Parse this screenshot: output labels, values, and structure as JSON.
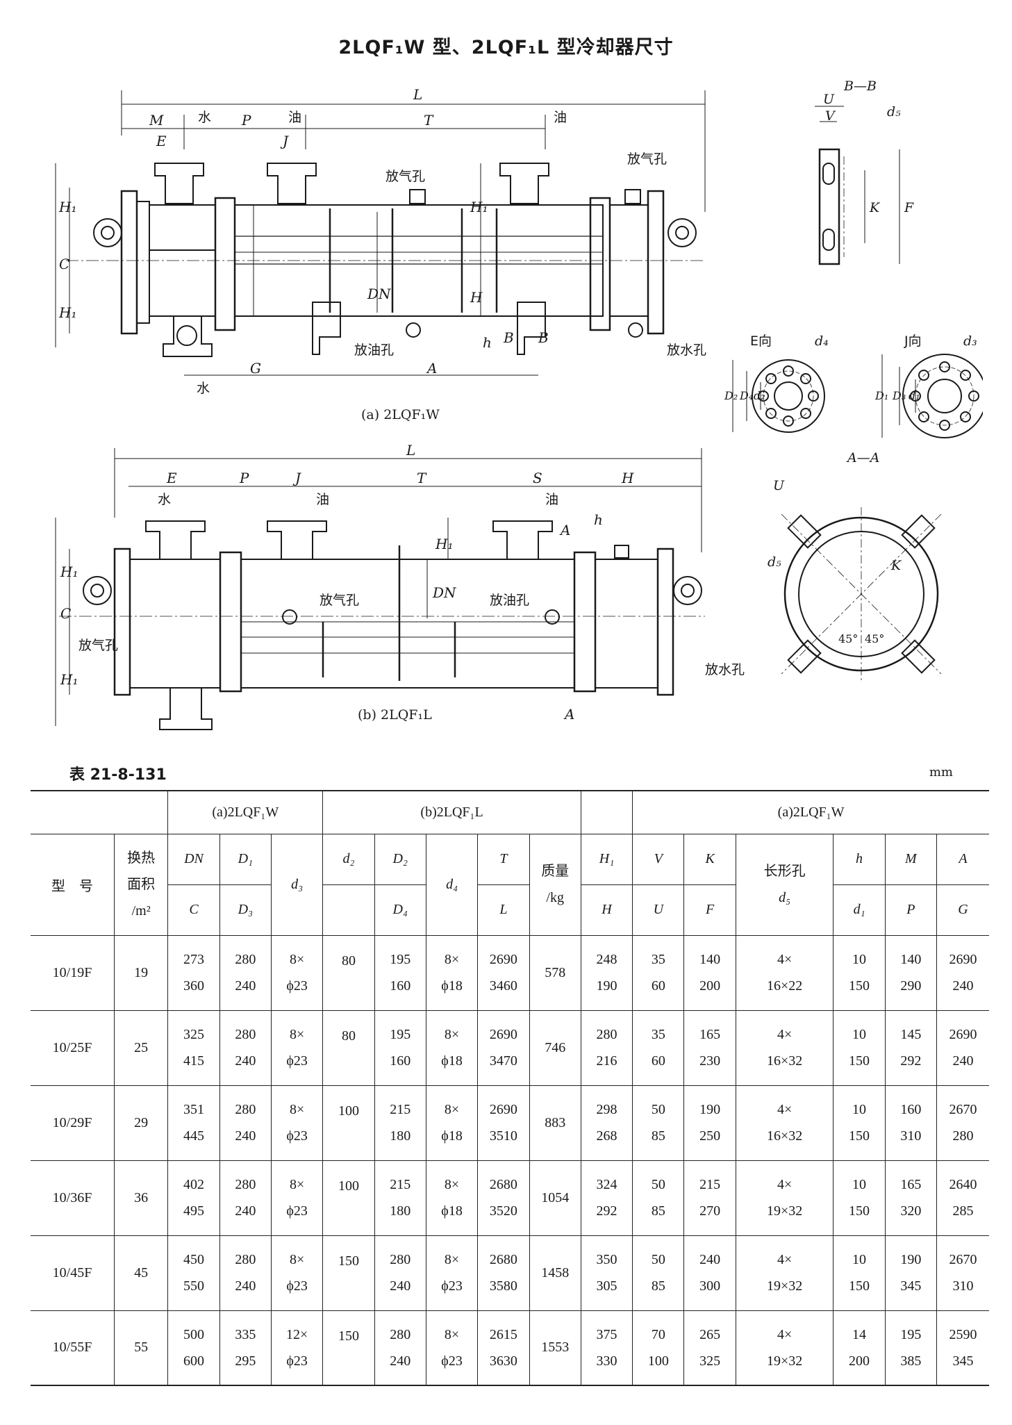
{
  "page": {
    "title": "2LQF₁W 型、2LQF₁L 型冷却器尺寸",
    "title_parts": {
      "a": "2LQF",
      "a_sub": "1",
      "b": "W 型、2LQF",
      "b_sub": "1",
      "c": "L 型冷却器尺寸"
    }
  },
  "drawing": {
    "caption_a": "(a) 2LQF₁W",
    "caption_b": "(b) 2LQF₁L",
    "labels_cn": {
      "water": "水",
      "oil": "油",
      "vent": "放气孔",
      "oil_drain": "放油孔",
      "water_drain": "放水孔",
      "e_view": "E向",
      "j_view": "J向"
    },
    "section_labels": {
      "bb": "B—B",
      "aa": "A—A",
      "angle_1": "45°",
      "angle_2": "45°"
    },
    "dim_labels_a": [
      "L",
      "M",
      "P",
      "T",
      "E",
      "J",
      "H₁",
      "C",
      "H₁",
      "DN",
      "H",
      "h",
      "B",
      "B",
      "G",
      "A"
    ],
    "dim_labels_bb": [
      "U",
      "V",
      "d₅",
      "K",
      "F"
    ],
    "dim_labels_e": [
      "d₄",
      "d₂",
      "D₄",
      "D₂"
    ],
    "dim_labels_j": [
      "d₃",
      "d₁",
      "D₃",
      "D₁"
    ],
    "dim_labels_b": [
      "L",
      "E",
      "P",
      "J",
      "T",
      "S",
      "H",
      "h",
      "A",
      "H₁",
      "C",
      "H₁",
      "DN",
      "A"
    ],
    "dim_labels_aa": [
      "U",
      "d₅",
      "K"
    ]
  },
  "table": {
    "id": "表 21-8-131",
    "unit": "mm",
    "group_headers": {
      "a1": "(a)2LQF₁W",
      "b1": "(b)2LQF₁L",
      "a2": "(a)2LQF₁W"
    },
    "headers": {
      "model": "型　号",
      "area_1": "换热",
      "area_2": "面积",
      "area_3": "/m²",
      "DN": "DN",
      "C": "C",
      "D1": "D₁",
      "D3": "D₃",
      "d3": "d₃",
      "d2": "d₂",
      "D2": "D₂",
      "D4": "D₄",
      "d4": "d₄",
      "T": "T",
      "L": "L",
      "mass_1": "质量",
      "mass_2": "/kg",
      "H1": "H₁",
      "H": "H",
      "V": "V",
      "U": "U",
      "K": "K",
      "F": "F",
      "slot_1": "长形孔",
      "slot_2": "d₅",
      "h": "h",
      "d1": "d₁",
      "M": "M",
      "P": "P",
      "A": "A",
      "G": "G"
    },
    "rows": [
      {
        "model": "10/19F",
        "area": "19",
        "DN": "273",
        "C": "360",
        "D1": "280",
        "D3": "240",
        "d3a": "8×",
        "d3b": "ϕ23",
        "d2": "80",
        "D2": "195",
        "D4": "160",
        "d4a": "8×",
        "d4b": "ϕ18",
        "T": "2690",
        "L": "3460",
        "mass": "578",
        "H1": "248",
        "H": "190",
        "V": "35",
        "U": "60",
        "K": "140",
        "F": "200",
        "d5a": "4×",
        "d5b": "16×22",
        "h": "10",
        "d1": "150",
        "M": "140",
        "P": "290",
        "A": "2690",
        "G": "240"
      },
      {
        "model": "10/25F",
        "area": "25",
        "DN": "325",
        "C": "415",
        "D1": "280",
        "D3": "240",
        "d3a": "8×",
        "d3b": "ϕ23",
        "d2": "80",
        "D2": "195",
        "D4": "160",
        "d4a": "8×",
        "d4b": "ϕ18",
        "T": "2690",
        "L": "3470",
        "mass": "746",
        "H1": "280",
        "H": "216",
        "V": "35",
        "U": "60",
        "K": "165",
        "F": "230",
        "d5a": "4×",
        "d5b": "16×32",
        "h": "10",
        "d1": "150",
        "M": "145",
        "P": "292",
        "A": "2690",
        "G": "240"
      },
      {
        "model": "10/29F",
        "area": "29",
        "DN": "351",
        "C": "445",
        "D1": "280",
        "D3": "240",
        "d3a": "8×",
        "d3b": "ϕ23",
        "d2": "100",
        "D2": "215",
        "D4": "180",
        "d4a": "8×",
        "d4b": "ϕ18",
        "T": "2690",
        "L": "3510",
        "mass": "883",
        "H1": "298",
        "H": "268",
        "V": "50",
        "U": "85",
        "K": "190",
        "F": "250",
        "d5a": "4×",
        "d5b": "16×32",
        "h": "10",
        "d1": "150",
        "M": "160",
        "P": "310",
        "A": "2670",
        "G": "280"
      },
      {
        "model": "10/36F",
        "area": "36",
        "DN": "402",
        "C": "495",
        "D1": "280",
        "D3": "240",
        "d3a": "8×",
        "d3b": "ϕ23",
        "d2": "100",
        "D2": "215",
        "D4": "180",
        "d4a": "8×",
        "d4b": "ϕ18",
        "T": "2680",
        "L": "3520",
        "mass": "1054",
        "H1": "324",
        "H": "292",
        "V": "50",
        "U": "85",
        "K": "215",
        "F": "270",
        "d5a": "4×",
        "d5b": "19×32",
        "h": "10",
        "d1": "150",
        "M": "165",
        "P": "320",
        "A": "2640",
        "G": "285"
      },
      {
        "model": "10/45F",
        "area": "45",
        "DN": "450",
        "C": "550",
        "D1": "280",
        "D3": "240",
        "d3a": "8×",
        "d3b": "ϕ23",
        "d2": "150",
        "D2": "280",
        "D4": "240",
        "d4a": "8×",
        "d4b": "ϕ23",
        "T": "2680",
        "L": "3580",
        "mass": "1458",
        "H1": "350",
        "H": "305",
        "V": "50",
        "U": "85",
        "K": "240",
        "F": "300",
        "d5a": "4×",
        "d5b": "19×32",
        "h": "10",
        "d1": "150",
        "M": "190",
        "P": "345",
        "A": "2670",
        "G": "310"
      },
      {
        "model": "10/55F",
        "area": "55",
        "DN": "500",
        "C": "600",
        "D1": "335",
        "D3": "295",
        "d3a": "12×",
        "d3b": "ϕ23",
        "d2": "150",
        "D2": "280",
        "D4": "240",
        "d4a": "8×",
        "d4b": "ϕ23",
        "T": "2615",
        "L": "3630",
        "mass": "1553",
        "H1": "375",
        "H": "330",
        "V": "70",
        "U": "100",
        "K": "265",
        "F": "325",
        "d5a": "4×",
        "d5b": "19×32",
        "h": "14",
        "d1": "200",
        "M": "195",
        "P": "385",
        "A": "2590",
        "G": "345"
      }
    ]
  }
}
